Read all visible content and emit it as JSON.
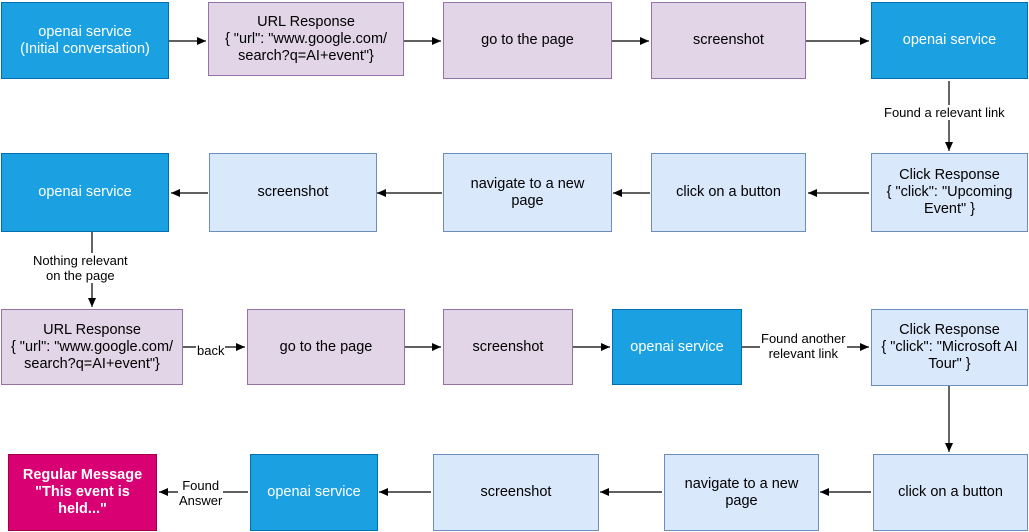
{
  "nodes": {
    "r1_openai": "openai service\n(Initial conversation)",
    "r1_url_response": "URL Response\n{ \"url\": \"www.google.com/\nsearch?q=AI+event\"}",
    "r1_goto_page": "go to the page",
    "r1_screenshot": "screenshot",
    "r1_openai_end": "openai service",
    "r2_click_response": "Click Response\n{ \"click\": \"Upcoming\nEvent\" }",
    "r2_click_button": "click on a button",
    "r2_navigate": "navigate to a new\npage",
    "r2_screenshot": "screenshot",
    "r2_openai": "openai service",
    "r3_url_response": "URL Response\n{ \"url\": \"www.google.com/\nsearch?q=AI+event\"}",
    "r3_goto_page": "go to the page",
    "r3_screenshot": "screenshot",
    "r3_openai": "openai service",
    "r3_click_response": "Click Response\n{ \"click\": \"Microsoft AI\nTour\" }",
    "r4_click_button": "click on a button",
    "r4_navigate": "navigate to a new\npage",
    "r4_screenshot": "screenshot",
    "r4_openai": "openai service",
    "r4_regular_message": "Regular Message\n\"This event is\nheld...\""
  },
  "edge_labels": {
    "found_relevant_link": "Found a relevant link",
    "nothing_relevant": "Nothing relevant\non the page",
    "back": "back",
    "found_another": "Found another\nrelevant link",
    "found_answer": "Found\nAnswer"
  },
  "colors": {
    "openai_service": "#1ba1e2",
    "response": "#e1d5e7",
    "action": "#dae8fc",
    "regular_message": "#d80073"
  }
}
